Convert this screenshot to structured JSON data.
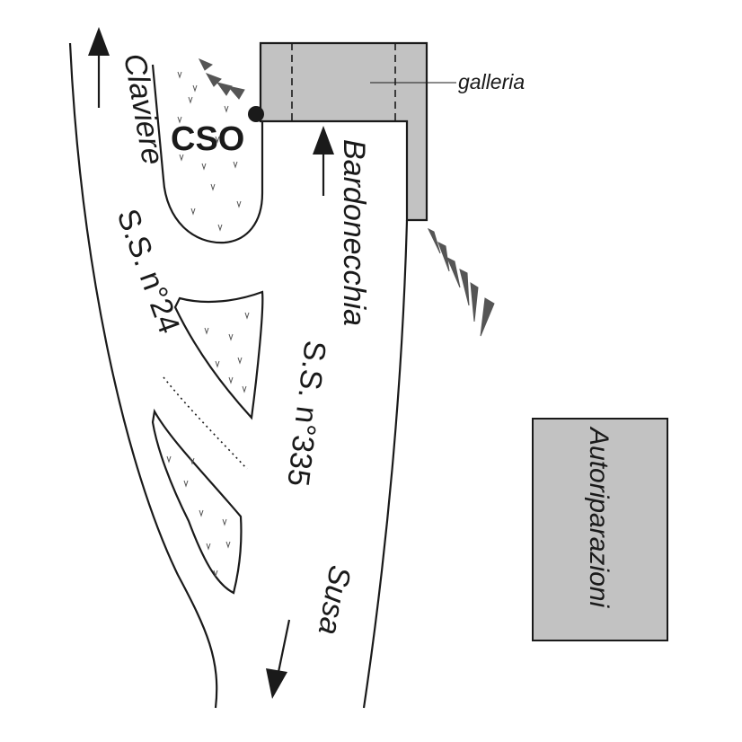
{
  "labels": {
    "claviere": "Claviere",
    "cso": "CSO",
    "bardonecchia": "Bardonecchia",
    "galleria": "galleria",
    "ss24": "S.S. n°24",
    "ss335": "S.S. n°335",
    "susa": "Susa",
    "autoriparazioni": "Autoriparazioni"
  },
  "colors": {
    "line": "#1a1a1a",
    "fill_gray": "#c2c2c2",
    "background": "#ffffff"
  },
  "icons": {
    "grass": "grass-tick-icon",
    "slope": "slope-hachure-icon",
    "arrow": "direction-arrow-icon",
    "point": "cso-point-icon"
  }
}
